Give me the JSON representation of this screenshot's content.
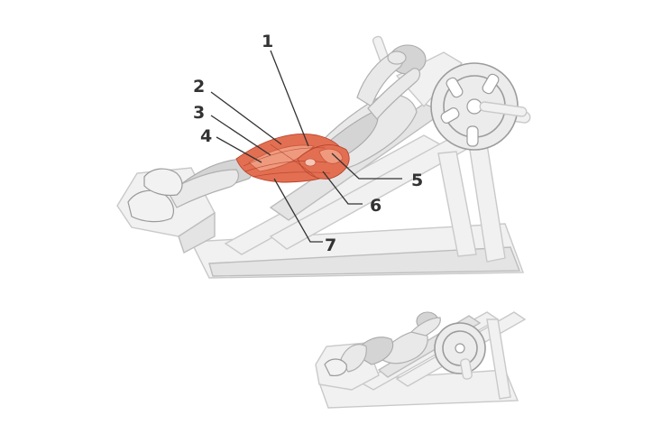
{
  "callouts": [
    {
      "label": "1"
    },
    {
      "label": "2"
    },
    {
      "label": "3"
    },
    {
      "label": "4"
    },
    {
      "label": "5"
    },
    {
      "label": "6"
    },
    {
      "label": "7"
    }
  ],
  "colors": {
    "muscle": "#e36f52",
    "line": "#333333",
    "machine": "#f1f1f1"
  }
}
